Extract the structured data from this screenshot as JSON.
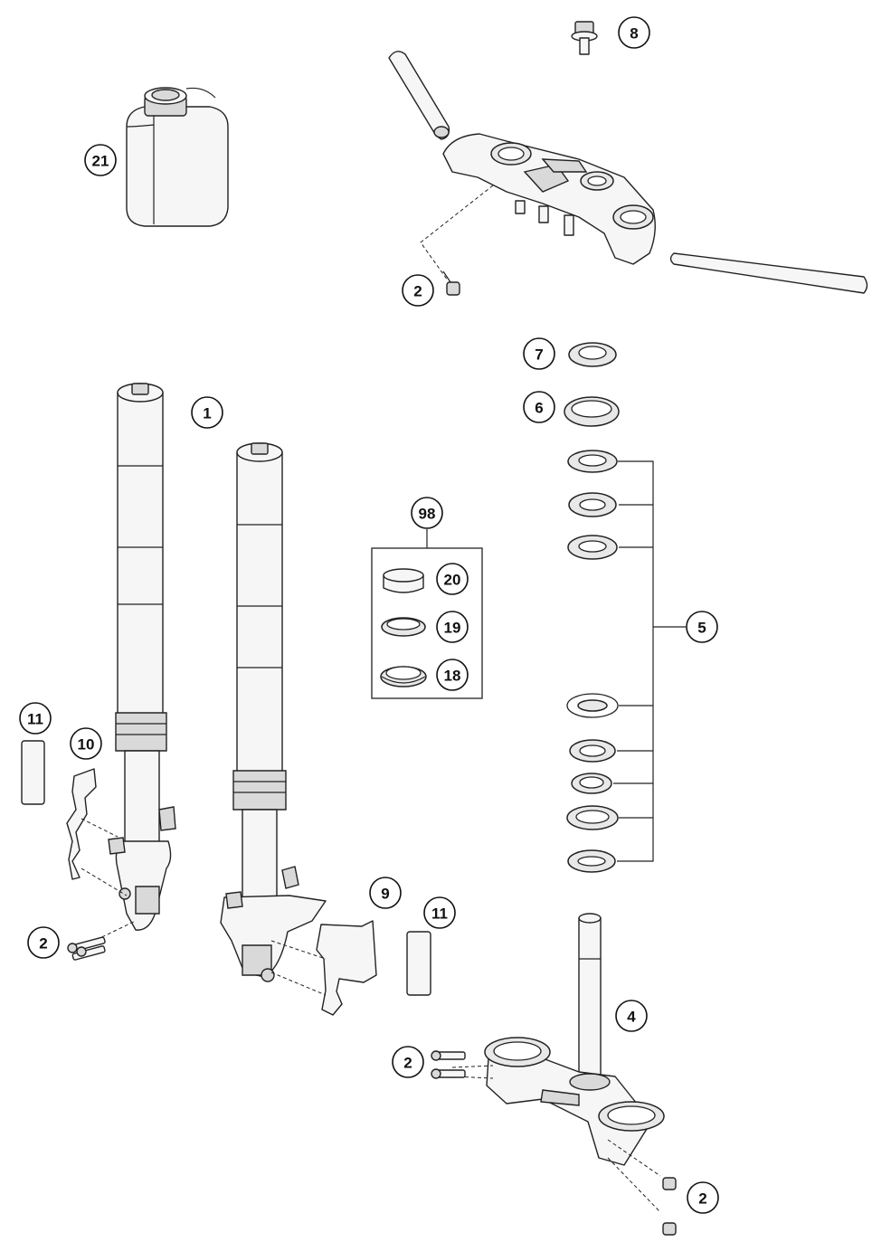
{
  "callouts": {
    "c1": "1",
    "c2a": "2",
    "c2b": "2",
    "c2c": "2",
    "c2d": "2",
    "c4": "4",
    "c5": "5",
    "c6": "6",
    "c7": "7",
    "c8": "8",
    "c9": "9",
    "c10": "10",
    "c11a": "11",
    "c11b": "11",
    "c18": "18",
    "c19": "19",
    "c20": "20",
    "c21": "21",
    "c98": "98"
  }
}
